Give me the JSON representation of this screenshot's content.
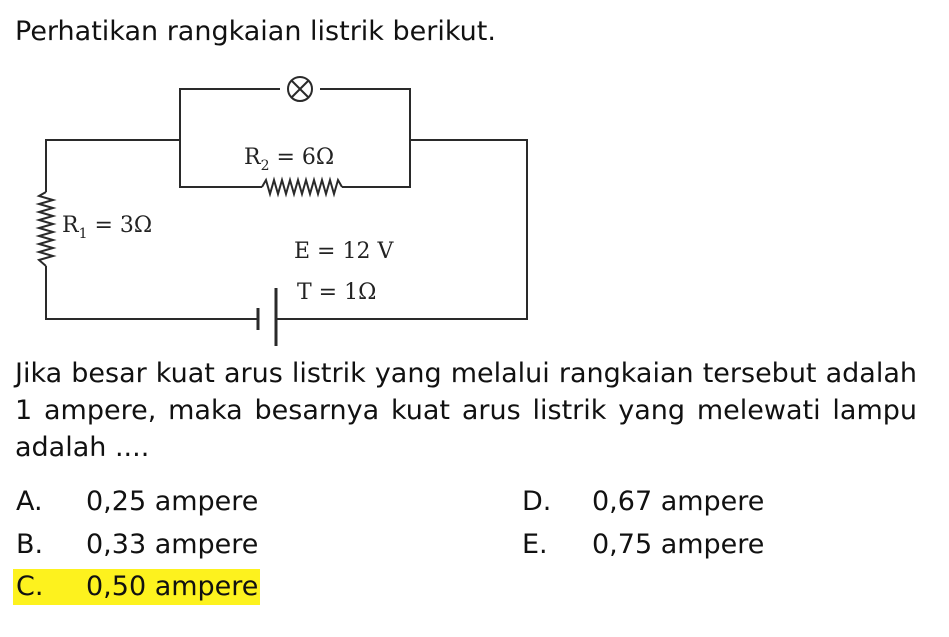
{
  "title": "Perhatikan rangkaian listrik berikut.",
  "circuit": {
    "lamp_symbol": "⊗",
    "r2_label": "R",
    "r2_sub": "2",
    "r2_value": " = 6Ω",
    "r1_label": "R",
    "r1_sub": "1",
    "r1_value": " = 3Ω",
    "emf_label": "E = 12 V",
    "internal_label": "T = 1Ω",
    "wire_color": "#2a2a2a"
  },
  "question": "Jika besar kuat arus listrik yang melalui rangkaian tersebut adalah 1 ampere, maka besarnya kuat arus listrik yang melewati lampu adalah ....",
  "options": [
    {
      "letter": "A.",
      "text": "0,25 ampere"
    },
    {
      "letter": "B.",
      "text": "0,33 ampere"
    },
    {
      "letter": "C.",
      "text": "0,50 ampere"
    },
    {
      "letter": "D.",
      "text": "0,67 ampere"
    },
    {
      "letter": "E.",
      "text": "0,75 ampere"
    }
  ],
  "highlight_color": "#fdf21e"
}
